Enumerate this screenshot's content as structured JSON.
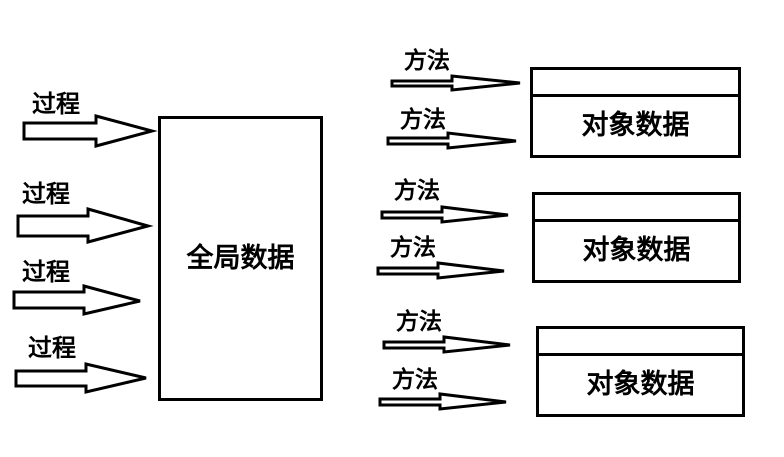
{
  "procedure_label": "过程",
  "method_label": "方法",
  "global_data_label": "全局数据",
  "object_data_label": "对象数据",
  "colors": {
    "stroke": "#000000",
    "background": "#ffffff"
  }
}
